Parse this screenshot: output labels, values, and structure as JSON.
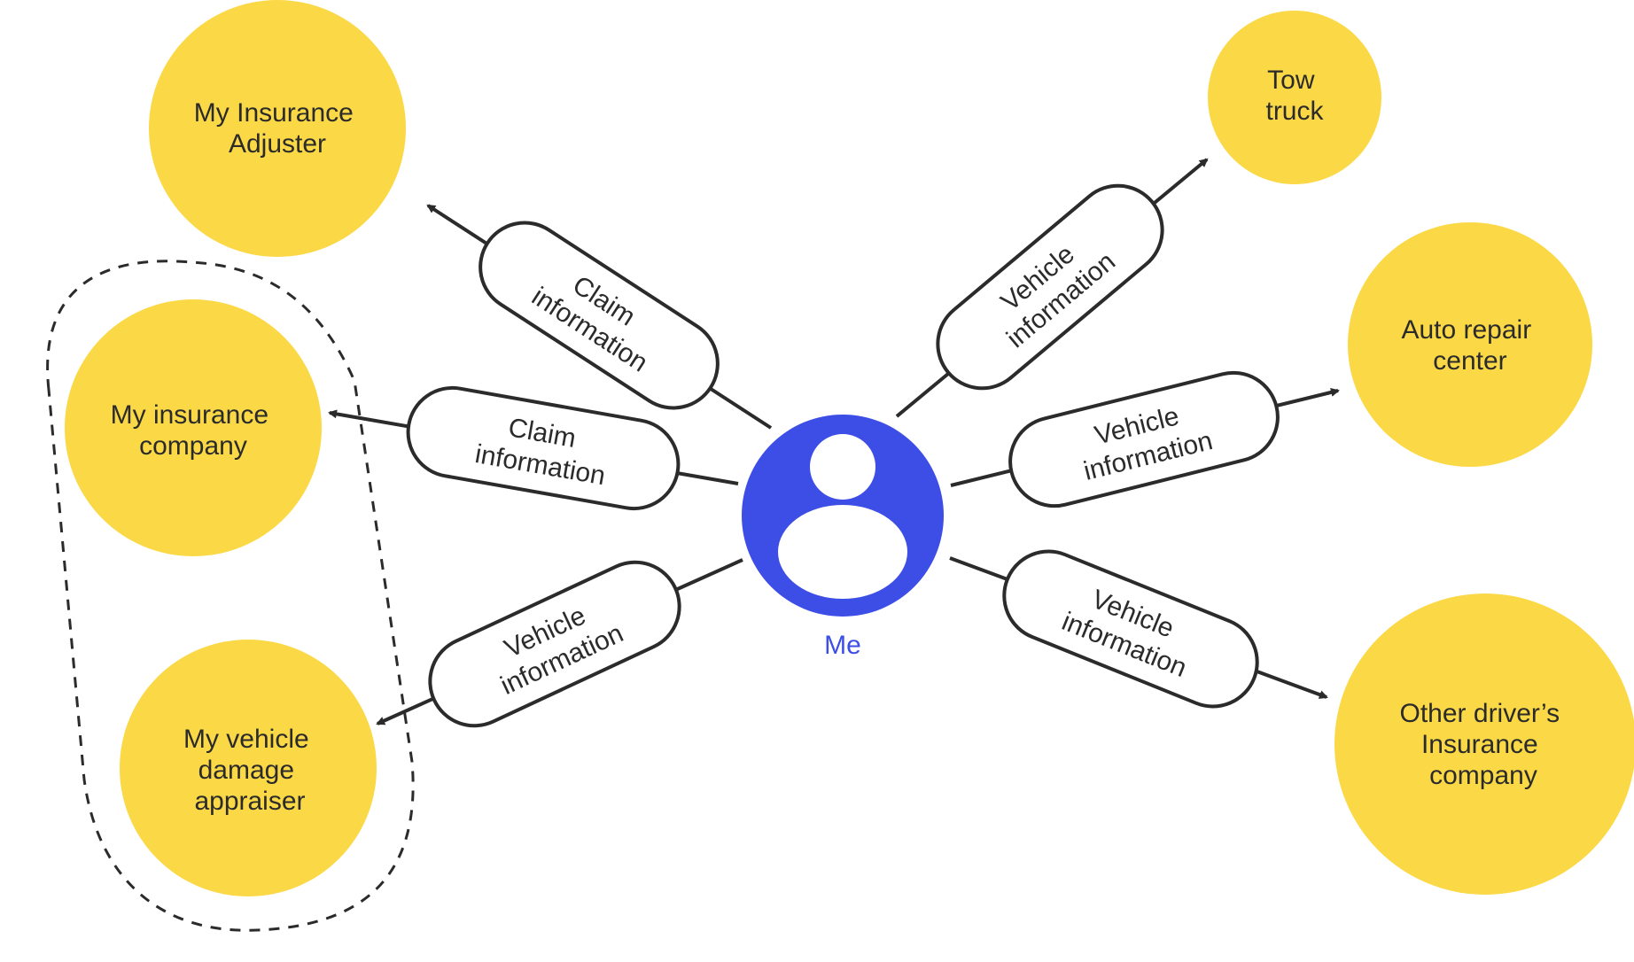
{
  "colors": {
    "node_fill": "#fbd846",
    "me_fill": "#3d4ee6",
    "line": "#2b2b2b",
    "pill_fill": "#ffffff",
    "text": "#2b2b2b",
    "me_label": "#3d4ee6"
  },
  "center": {
    "label": "Me",
    "icon": "person-icon"
  },
  "nodes": {
    "adjuster": [
      "My Insurance",
      "Adjuster"
    ],
    "company": [
      "My insurance",
      "company"
    ],
    "appraiser": [
      "My vehicle",
      "damage",
      "appraiser"
    ],
    "tow": [
      "Tow",
      "truck"
    ],
    "repair": [
      "Auto repair",
      "center"
    ],
    "other": [
      "Other driver’s",
      "Insurance",
      "company"
    ]
  },
  "flows": {
    "to_adjuster": [
      "Claim",
      "information"
    ],
    "to_company": [
      "Claim",
      "information"
    ],
    "to_appraiser": [
      "Vehicle",
      "information"
    ],
    "to_tow": [
      "Vehicle",
      "information"
    ],
    "to_repair": [
      "Vehicle",
      "information"
    ],
    "to_other": [
      "Vehicle",
      "information"
    ]
  },
  "group": {
    "style": "dashed",
    "members": [
      "company",
      "appraiser"
    ]
  }
}
